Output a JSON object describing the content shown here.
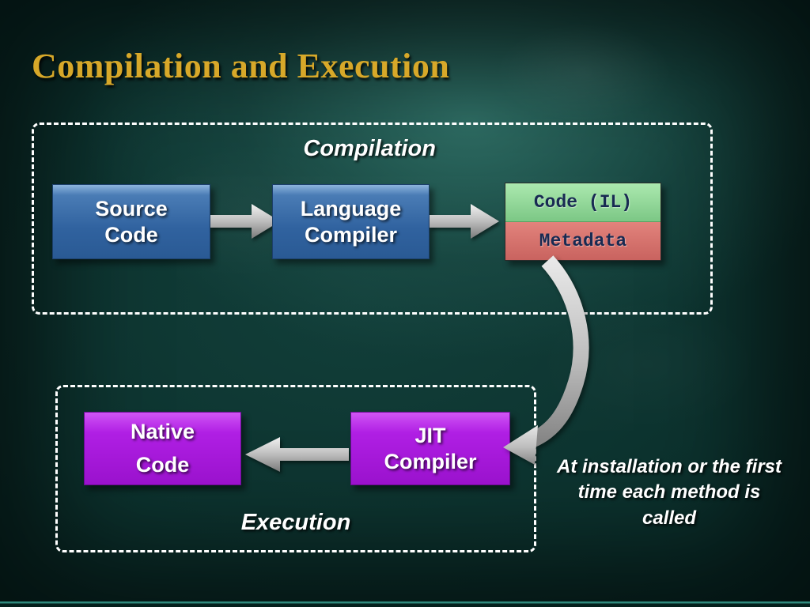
{
  "slide": {
    "title": "Compilation and Execution",
    "compilation": {
      "section_label": "Compilation",
      "source_code": "Source Code",
      "language_compiler": "Language Compiler",
      "code_il": "Code (IL)",
      "metadata": "Metadata"
    },
    "execution": {
      "section_label": "Execution",
      "native_code": "Native Code",
      "jit_compiler": "JIT Compiler"
    },
    "annotation": "At installation or the first time each method is called",
    "colors": {
      "background": "#0c322e",
      "title_gold": "#d7a829",
      "blue_box": "#30629f",
      "green_box": "#8ed694",
      "red_box": "#d0706a",
      "purple_box": "#b01fe4",
      "arrow_gray": "#bdbdbd",
      "dashed_border": "#ffffff"
    }
  }
}
